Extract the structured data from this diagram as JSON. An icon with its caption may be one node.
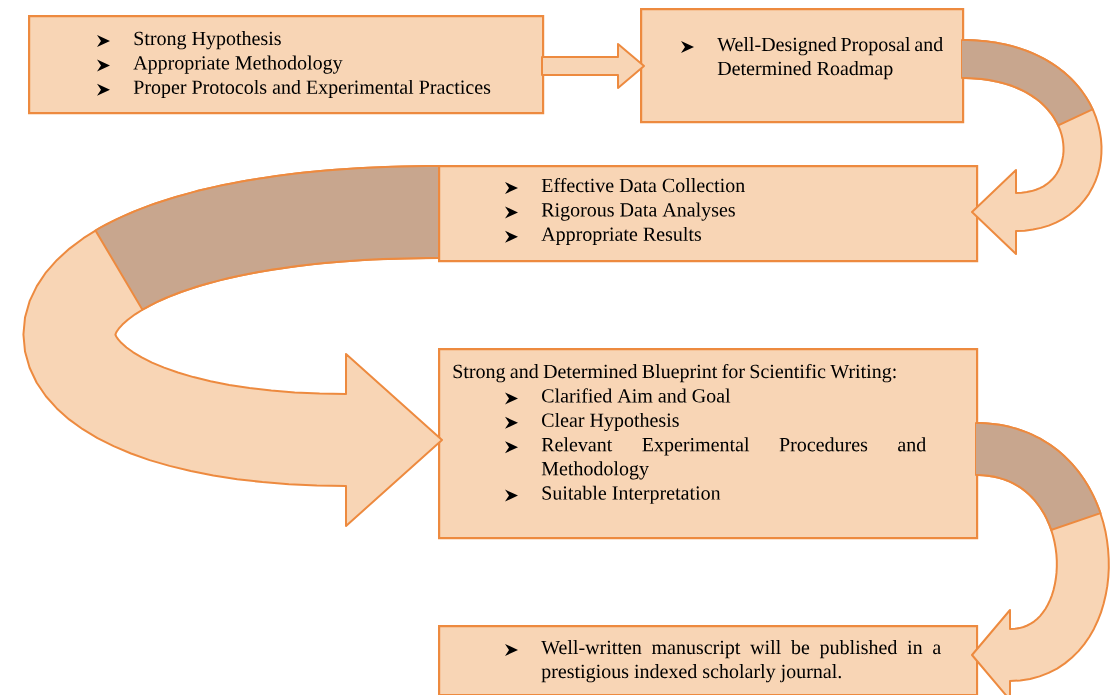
{
  "diagram": {
    "nodes": [
      {
        "text": [
          "Strong Hypothesis",
          "Appropriate Methodology",
          "Proper Protocols and Experimental Practices"
        ]
      },
      {
        "text": [
          "Well-Designed Proposal and Determined Roadmap"
        ]
      },
      {
        "text": [
          "Effective Data Collection",
          "Rigorous Data Analyses",
          "Appropriate Results"
        ]
      },
      {
        "text": [
          "Strong and Determined Blueprint for Scientific Writing:",
          "Clarified Aim and Goal",
          "Clear Hypothesis",
          "Relevant Experimental Procedures and Methodology",
          "Suitable Interpretation"
        ]
      },
      {
        "text": [
          "Well-written manuscript will be published in a prestigious indexed scholarly journal."
        ]
      }
    ],
    "edges": [
      {
        "from": 0,
        "to": 1,
        "arrow": "to"
      },
      {
        "from": 1,
        "to": 2,
        "arrow": "to"
      },
      {
        "from": 2,
        "to": 3,
        "arrow": "to"
      },
      {
        "from": 3,
        "to": 4,
        "arrow": "to"
      }
    ]
  }
}
